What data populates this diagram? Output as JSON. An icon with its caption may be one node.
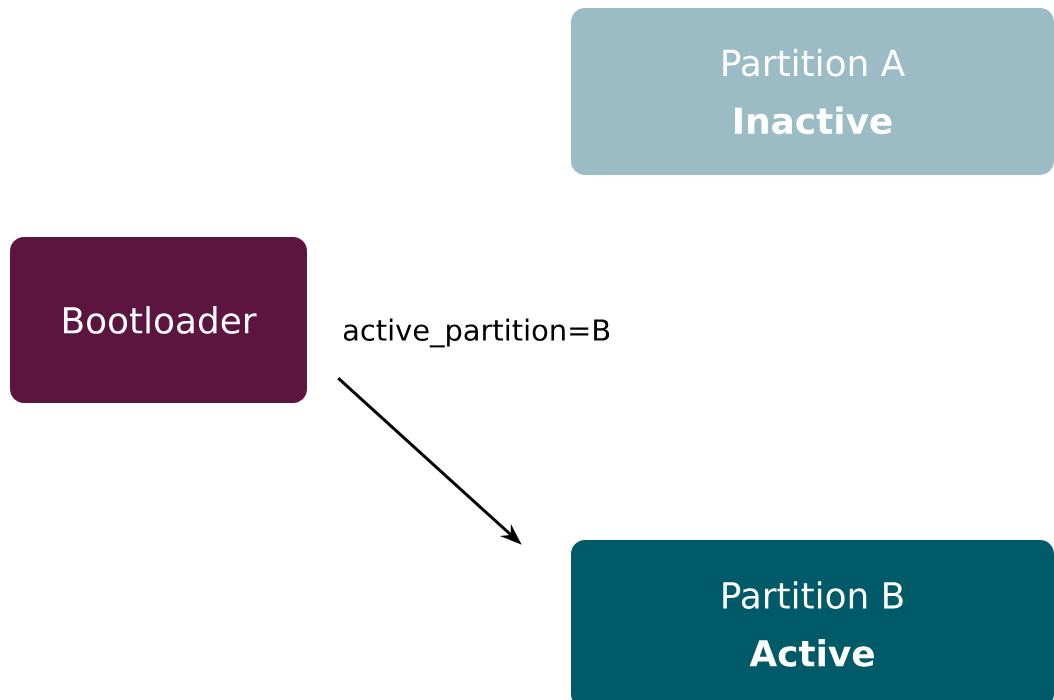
{
  "diagram": {
    "nodes": [
      {
        "text": [
          "Bootloader"
        ]
      },
      {
        "text": [
          "Partition A",
          "Inactive"
        ]
      },
      {
        "text": [
          "Partition B",
          "Active"
        ]
      }
    ],
    "edges": [
      {
        "from": 0,
        "to": 2,
        "arrow": "to",
        "label": "active_partition=B"
      }
    ]
  }
}
